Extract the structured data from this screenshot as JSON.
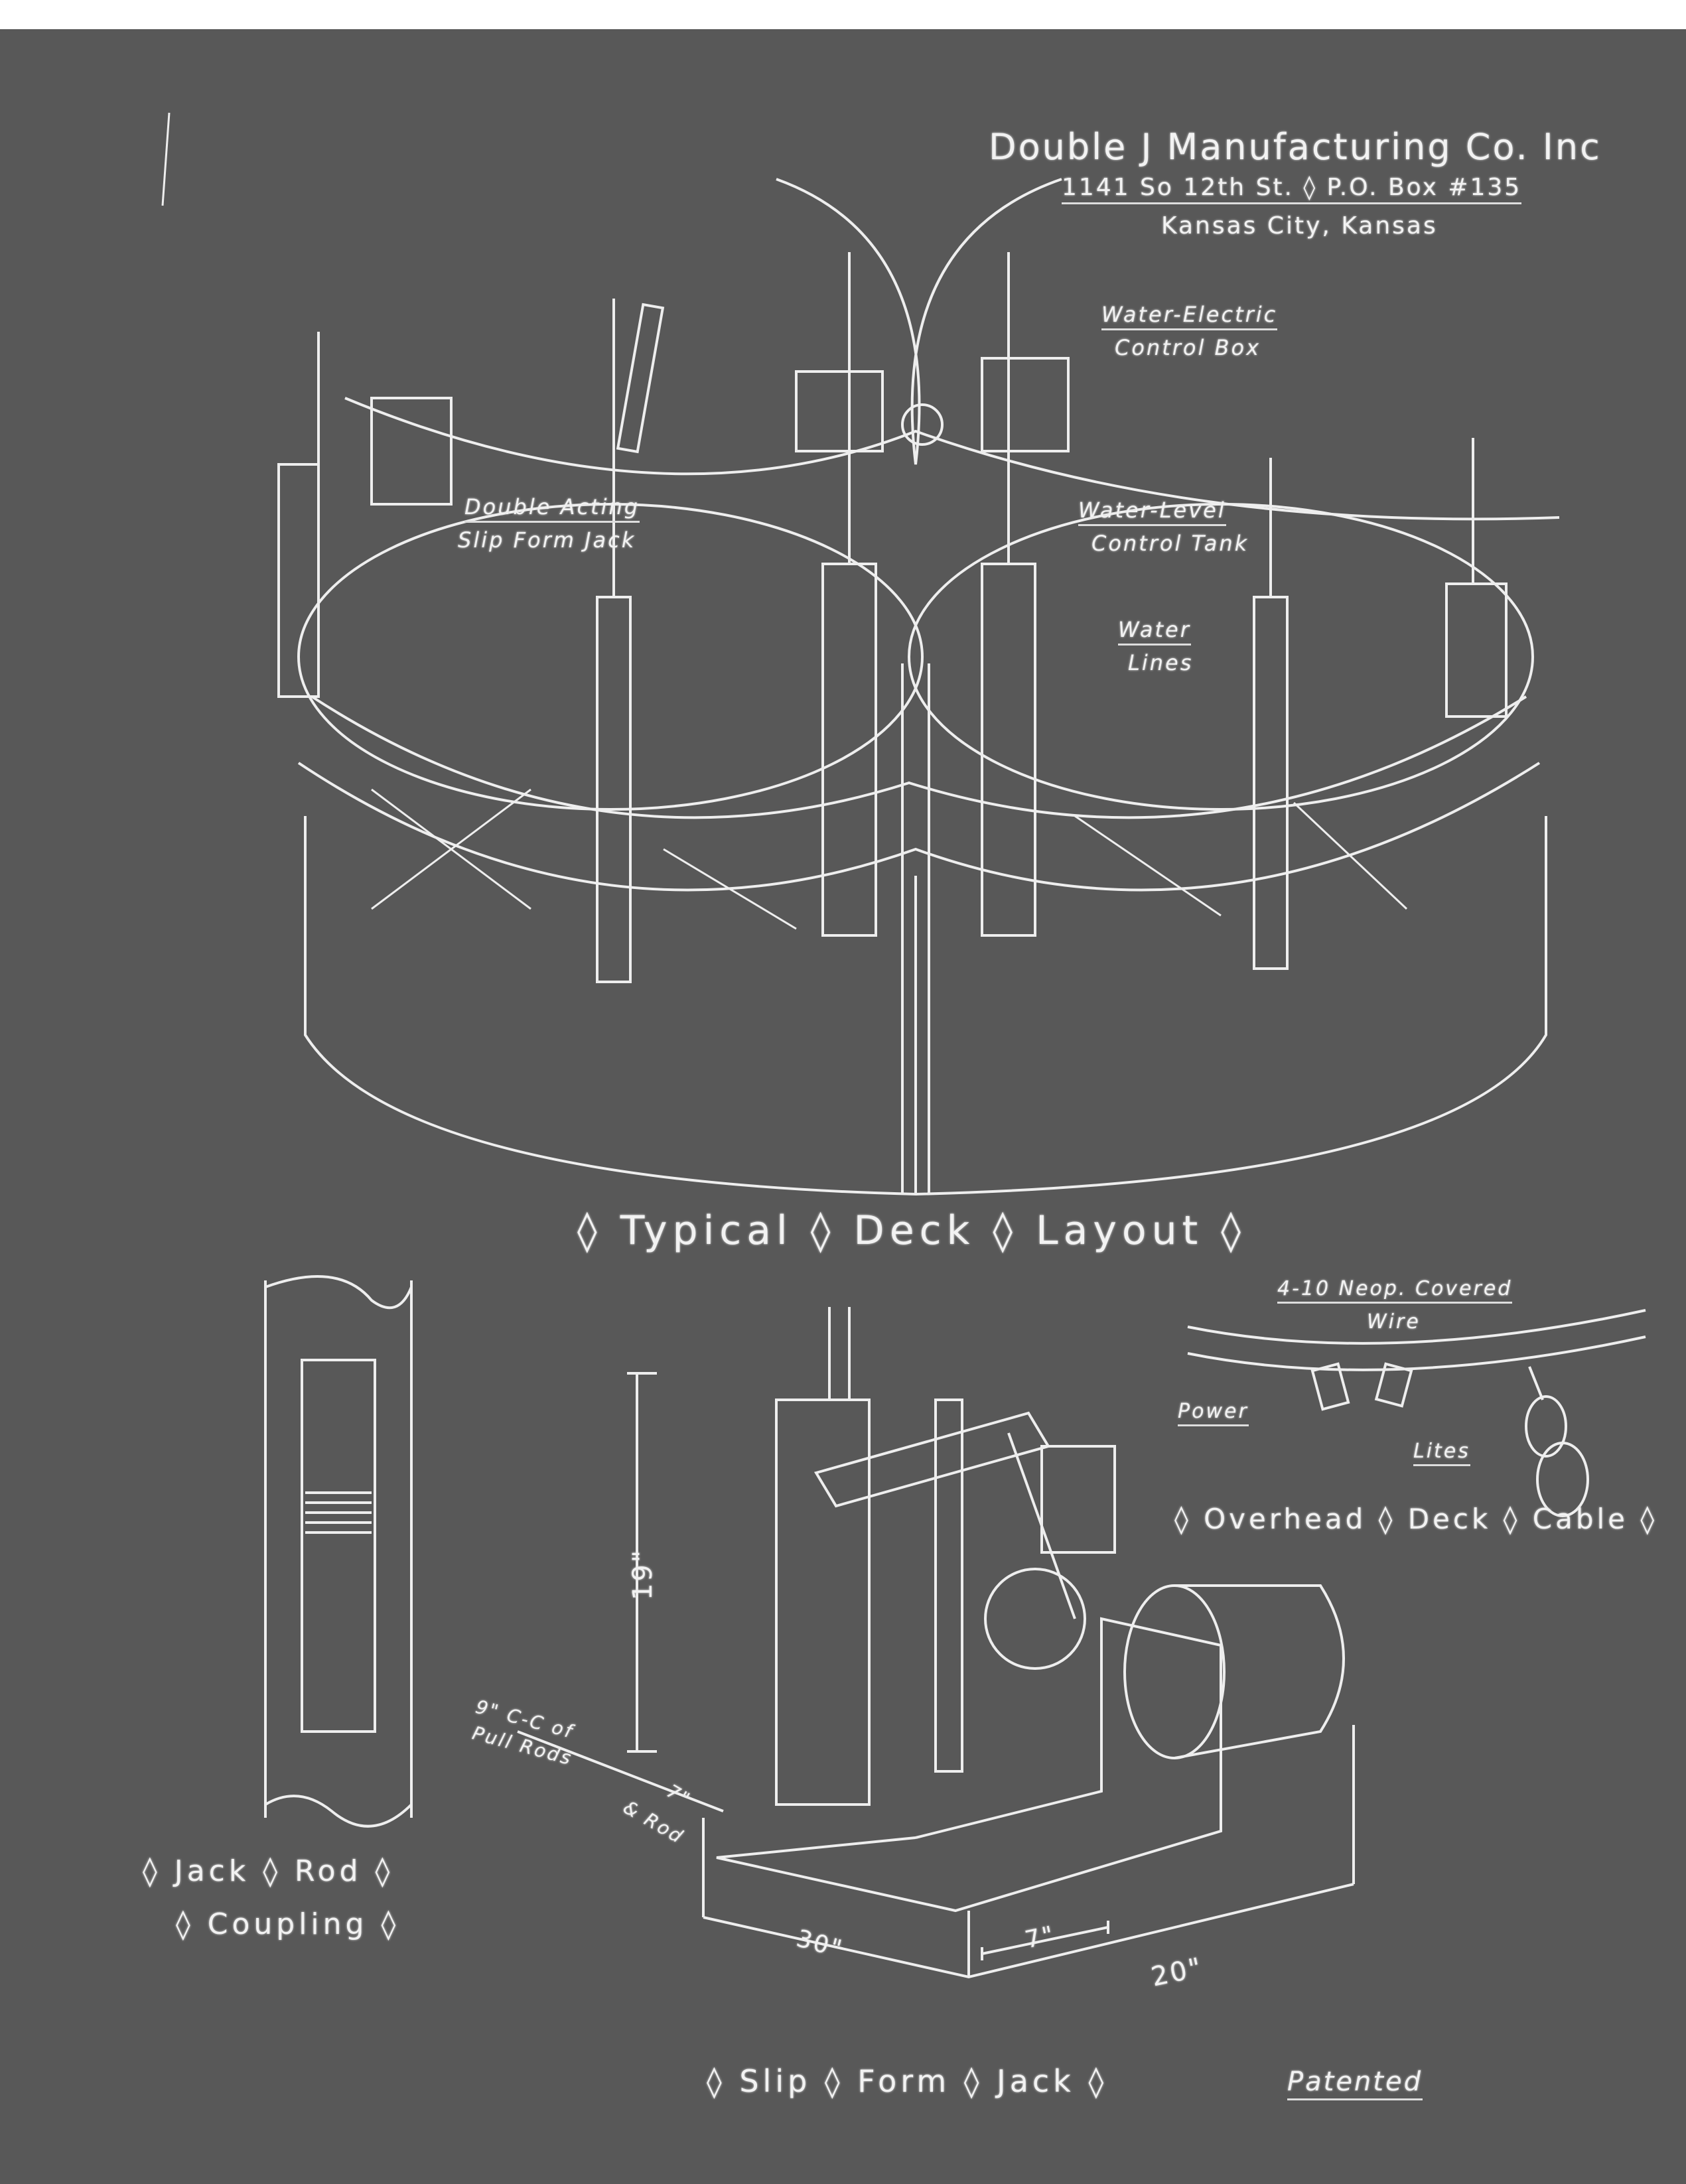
{
  "header": {
    "company": "Double J Manufacturing Co. Inc",
    "address": "1141 So 12th St. ◊ P.O. Box #135",
    "city": "Kansas City, Kansas"
  },
  "deck_layout": {
    "title": "◊ Typical ◊ Deck ◊ Layout ◊",
    "callouts": {
      "control_box_1": "Water-Electric",
      "control_box_2": "Control Box",
      "jack_1": "Double Acting",
      "jack_2": "Slip Form Jack",
      "tank_1": "Water-Level",
      "tank_2": "Control Tank",
      "lines_1": "Water",
      "lines_2": "Lines"
    }
  },
  "cable": {
    "title": "◊ Overhead ◊ Deck ◊ Cable ◊",
    "wire_1": "4-10 Neop. Covered",
    "wire_2": "Wire",
    "power": "Power",
    "lites": "Lites"
  },
  "coupling": {
    "title_1": "◊ Jack ◊ Rod ◊",
    "title_2": "◊ Coupling ◊"
  },
  "jack": {
    "title": "◊ Slip ◊ Form ◊ Jack ◊",
    "patented": "Patented",
    "dim_height": "19\"",
    "dim_pull_1": "9\" C-C of",
    "dim_pull_2": "Pull Rods",
    "dim_rod_1": "7\"",
    "dim_rod_2": "& Rod",
    "dim_depth": "30\"",
    "dim_base": "7\"",
    "dim_width": "20\""
  },
  "colors": {
    "paper": "#585858",
    "line": "#f0f0f0"
  }
}
